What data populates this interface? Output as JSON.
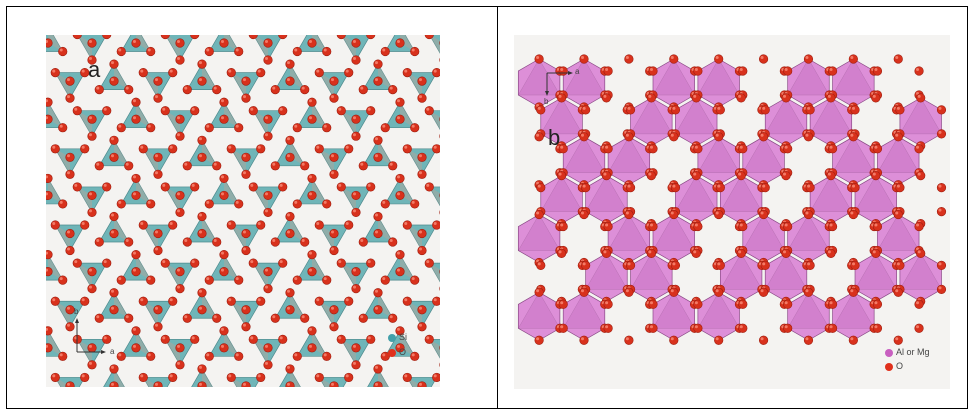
{
  "panel_a": {
    "label": "a",
    "axis_vertical": "b",
    "axis_horizontal": "a",
    "legend": [
      {
        "label": "Si",
        "color": "#43a0aa"
      },
      {
        "label": "O",
        "color": "#e0301c"
      }
    ],
    "tetrahedron_color": "#6fb5b8"
  },
  "panel_b": {
    "label": "b",
    "axis_vertical": "b",
    "axis_horizontal": "a",
    "legend": [
      {
        "label": "Al or Mg",
        "color": "#c85fc0"
      },
      {
        "label": "O",
        "color": "#e0301c"
      }
    ],
    "octahedron_color": "#dd8fd8"
  }
}
